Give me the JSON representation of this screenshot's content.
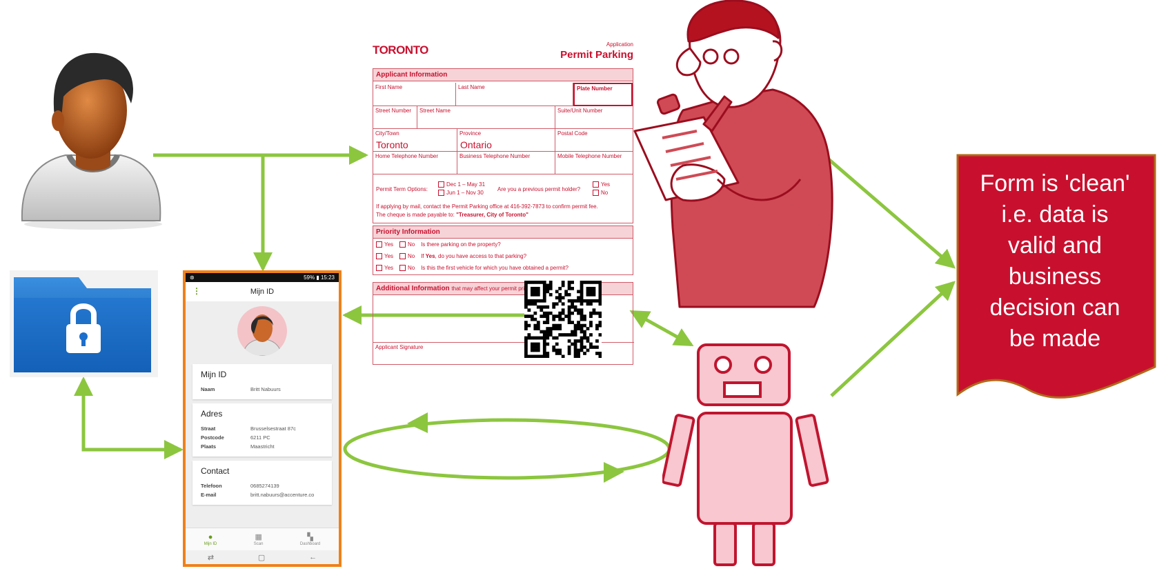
{
  "phone": {
    "status_right": "59% ▮ 15:23",
    "app_title": "Mijn ID",
    "cards": [
      {
        "title": "Mijn ID",
        "rows": [
          {
            "k": "Naam",
            "v": "Britt Nabuurs"
          }
        ]
      },
      {
        "title": "Adres",
        "rows": [
          {
            "k": "Straat",
            "v": "Brusselsestraat 87c"
          },
          {
            "k": "Postcode",
            "v": "6211 PC"
          },
          {
            "k": "Plaats",
            "v": "Maastricht"
          }
        ]
      },
      {
        "title": "Contact",
        "rows": [
          {
            "k": "Telefoon",
            "v": "0685274139"
          },
          {
            "k": "E-mail",
            "v": "britt.nabuurs@accenture.co"
          }
        ]
      }
    ],
    "nav": [
      "Mijn ID",
      "Scan",
      "Dashboard"
    ]
  },
  "form": {
    "logo": "TORONTO",
    "type": "Application",
    "title": "Permit Parking",
    "applicant_header": "Applicant Information",
    "first_name": "First Name",
    "last_name": "Last Name",
    "plate_number": "Plate Number",
    "street_number": "Street Number",
    "street_name": "Street Name",
    "suite": "Suite/Unit Number",
    "city_label": "City/Town",
    "city_value": "Toronto",
    "province_label": "Province",
    "province_value": "Ontario",
    "postal": "Postal Code",
    "home_phone": "Home Telephone Number",
    "business_phone": "Business Telephone Number",
    "mobile_phone": "Mobile Telephone Number",
    "permit_term": "Permit Term Options:",
    "term1": "Dec 1 – May 31",
    "term2": "Jun 1 – Nov 30",
    "previous_holder": "Are you a previous permit holder?",
    "yes": "Yes",
    "no": "No",
    "mail_note": "If applying by mail, contact the Permit Parking office at 416-392-7873 to confirm permit fee.",
    "cheque_note": "The cheque is made payable to:",
    "cheque_payee": "\"Treasurer, City of Toronto\"",
    "priority_header": "Priority Information",
    "q1": "Is there parking on the property?",
    "q2_pre": "If ",
    "q2_bold": "Yes",
    "q2_post": ", do you have access to that parking?",
    "q3": "Is this the first vehicle for which you have obtained a permit?",
    "additional_header": "Additional Information",
    "additional_note": "that may affect your permit pri",
    "signature": "Applicant Signature"
  },
  "result": {
    "lines": [
      "Form is 'clean'",
      "i.e. data is",
      "valid and",
      "business",
      "decision can",
      "be made"
    ]
  },
  "colors": {
    "arrow": "#8cc63f",
    "red": "#c8102e",
    "orange": "#f08018",
    "robot_fill": "#f8c7cf",
    "robot_stroke": "#c0152f"
  }
}
